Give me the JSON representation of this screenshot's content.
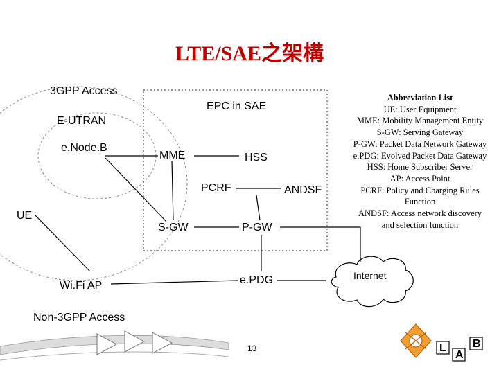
{
  "title": "LTE/SAE之架構",
  "regions": {
    "gpp_access": "3GPP Access",
    "eutran": "E-UTRAN",
    "epc": "EPC in SAE",
    "non_gpp_access": "Non-3GPP Access"
  },
  "nodes": {
    "enodeb": "e.Node.B",
    "ue": "UE",
    "wifi_ap": "Wi.Fi AP",
    "mme": "MME",
    "hss": "HSS",
    "pcrf": "PCRF",
    "andsf": "ANDSF",
    "sgw": "S-GW",
    "pgw": "P-GW",
    "epdg": "e.PDG",
    "internet": "Internet"
  },
  "abbreviations": {
    "heading": "Abbreviation List",
    "lines": [
      "UE: User Equipment",
      "MME: Mobility Management Entity",
      "S-GW: Serving Gateway",
      "P-GW: Packet Data Network Gateway",
      "e.PDG: Evolved Packet Data Gateway",
      "HSS: Home Subscriber Server",
      "AP: Access Point",
      "PCRF: Policy and Charging Rules",
      "Function",
      "ANDSF: Access network discovery",
      "and selection function"
    ]
  },
  "footer": {
    "page_number": "13",
    "brand_letters": [
      "L",
      "A",
      "B"
    ]
  },
  "colors": {
    "title": "#c00000",
    "cloud_outline": "#000000",
    "deco_arrow_fill": "#ffffff"
  }
}
